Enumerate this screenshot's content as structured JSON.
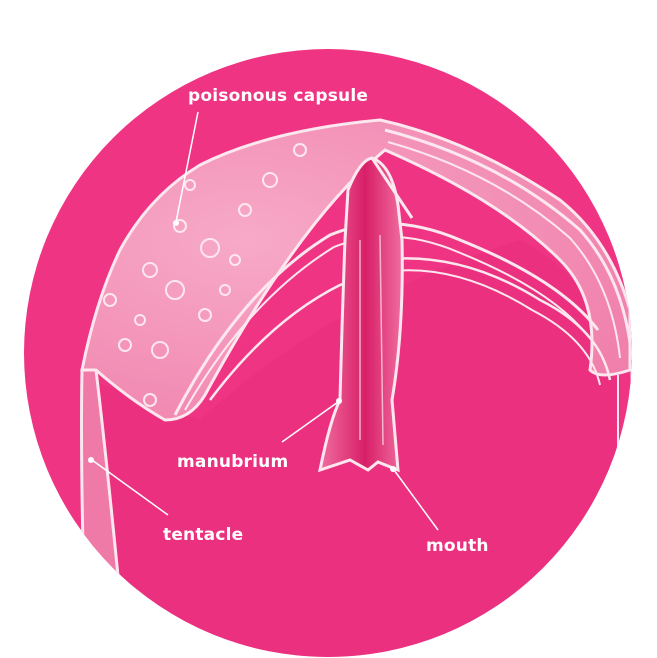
{
  "colors": {
    "background": "#ffffff",
    "disc": "#ee3483",
    "disc_shade": "#e42c79",
    "outline": "#fde7ef",
    "bell_fill": "#f497b9",
    "label_text": "#ffffff"
  },
  "labels": {
    "poisonous_capsule": "poisonous capsule",
    "manubrium": "manubrium",
    "tentacle": "tentacle",
    "mouth": "mouth"
  }
}
